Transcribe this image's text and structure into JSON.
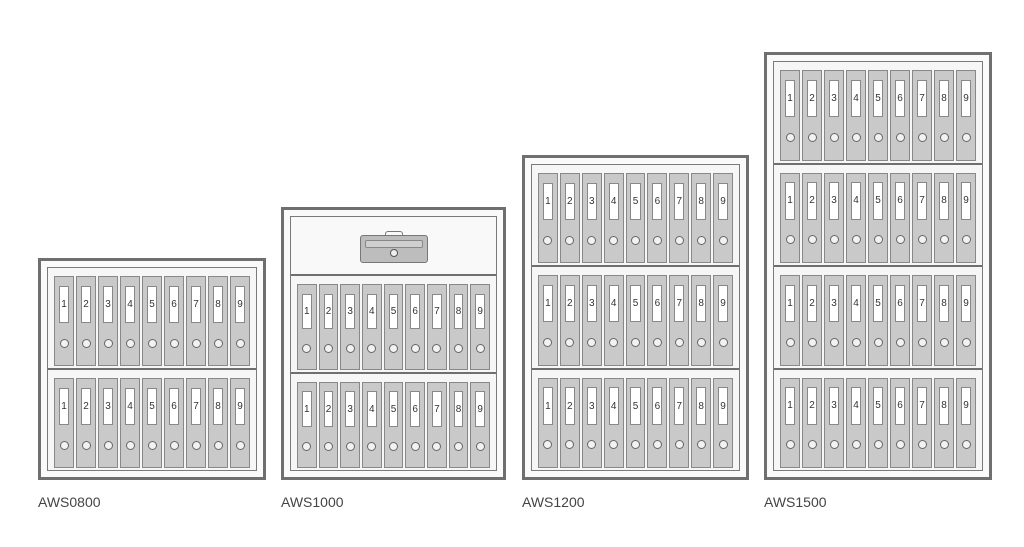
{
  "cabinets": [
    {
      "model": "AWS0800",
      "shelves": [
        [
          "1",
          "2",
          "3",
          "4",
          "5",
          "6",
          "7",
          "8",
          "9"
        ],
        [
          "1",
          "2",
          "3",
          "4",
          "5",
          "6",
          "7",
          "8",
          "9"
        ]
      ],
      "cashbox": false
    },
    {
      "model": "AWS1000",
      "shelves": [
        [
          "1",
          "2",
          "3",
          "4",
          "5",
          "6",
          "7",
          "8",
          "9"
        ],
        [
          "1",
          "2",
          "3",
          "4",
          "5",
          "6",
          "7",
          "8",
          "9"
        ]
      ],
      "cashbox": true
    },
    {
      "model": "AWS1200",
      "shelves": [
        [
          "1",
          "2",
          "3",
          "4",
          "5",
          "6",
          "7",
          "8",
          "9"
        ],
        [
          "1",
          "2",
          "3",
          "4",
          "5",
          "6",
          "7",
          "8",
          "9"
        ],
        [
          "1",
          "2",
          "3",
          "4",
          "5",
          "6",
          "7",
          "8",
          "9"
        ]
      ],
      "cashbox": false
    },
    {
      "model": "AWS1500",
      "shelves": [
        [
          "1",
          "2",
          "3",
          "4",
          "5",
          "6",
          "7",
          "8",
          "9"
        ],
        [
          "1",
          "2",
          "3",
          "4",
          "5",
          "6",
          "7",
          "8",
          "9"
        ],
        [
          "1",
          "2",
          "3",
          "4",
          "5",
          "6",
          "7",
          "8",
          "9"
        ],
        [
          "1",
          "2",
          "3",
          "4",
          "5",
          "6",
          "7",
          "8",
          "9"
        ]
      ],
      "cashbox": false
    }
  ]
}
